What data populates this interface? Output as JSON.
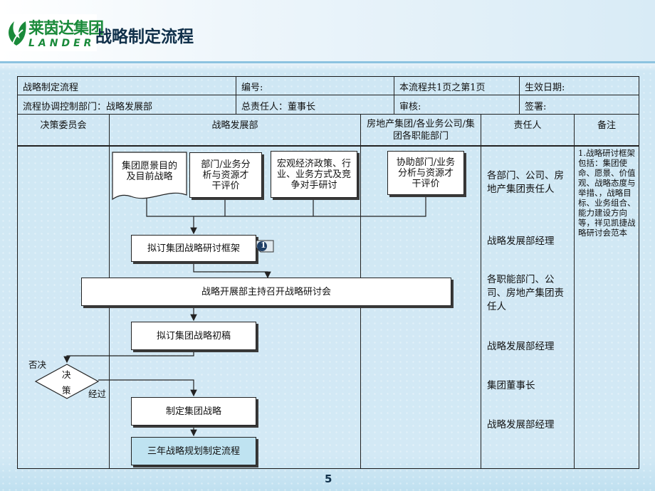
{
  "logo": {
    "main": "莱茵达集团",
    "sub": "LANDER"
  },
  "title": "战略制定流程",
  "header_rows": {
    "row1": {
      "name": "战略制定流程",
      "number_label": "编号:",
      "pages": "本流程共1页之第1页",
      "effective_date": "生效日期:"
    },
    "row2": {
      "dept": "流程协调控制部门：战略发展部",
      "owner": "总责任人：董事长",
      "review": "审核:",
      "sign": "签署:"
    }
  },
  "columns": {
    "committee": "决策委员会",
    "strategy_dept": "战略发展部",
    "realestate": "房地产集团/各业务公司/集团各职能部门",
    "responsible": "责任人",
    "notes": "备注"
  },
  "flow": {
    "doc_vision": "集团愿景目的及目前战略",
    "box_dept_analysis": "部门/业务分析与资源才干评价",
    "box_macro": "宏观经济政策、行业、业务方式及竞争对手研讨",
    "box_assist": "协助部门/业务分析与资源才干评价",
    "box_framework": "拟订集团战略研讨框架",
    "badge_num": "1",
    "box_seminar": "战略开展部主持召开战略研讨会",
    "box_draft": "拟订集团战略初稿",
    "decision": [
      "决",
      "策"
    ],
    "label_reject": "否决",
    "label_pass": "经过",
    "box_formulate": "制定集团战略",
    "box_three_year": "三年战略规划制定流程"
  },
  "responsible": [
    "各部门、公司、房地产集团责任人",
    "战略发展部经理",
    "各职能部门、公司、房地产集团责任人",
    "战略发展部经理",
    "集团董事长",
    "战略发展部经理"
  ],
  "note": "1.战略研讨框架包括：集团使命、愿景、价值观、战略态度与举措、，战略目标、业务组合、能力建设方向等，祥见凯捷战略研讨会范本",
  "page_number": "5",
  "colors": {
    "brand_green": "#1a8a3a",
    "highlight_box": "#bfe3f1",
    "title": "#10304a"
  }
}
